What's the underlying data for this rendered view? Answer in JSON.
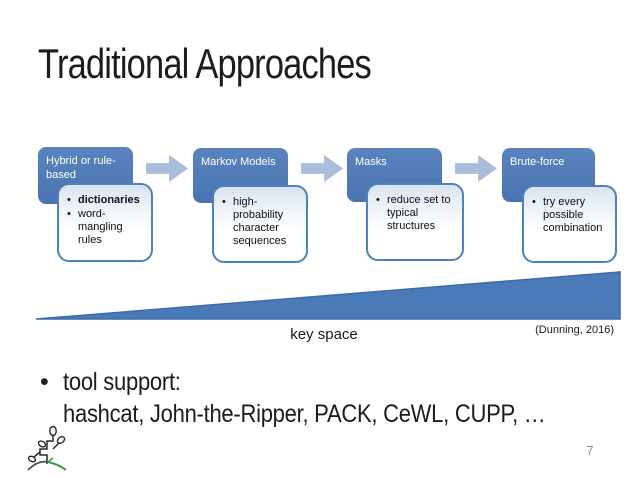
{
  "title": "Traditional Approaches",
  "bullet_char": "•",
  "steps": [
    {
      "header": "Hybrid or rule-based",
      "bullets": [
        "dictionaries",
        "word-mangling rules"
      ]
    },
    {
      "header": "Markov Models",
      "bullets": [
        "high-probability character sequences"
      ]
    },
    {
      "header": "Masks",
      "bullets": [
        "reduce set to typical structures"
      ]
    },
    {
      "header": "Brute-force",
      "bullets": [
        "try every possible combination"
      ]
    }
  ],
  "keyspace": {
    "label": "key space",
    "citation": "(Dunning, 2016)"
  },
  "tools": {
    "line1": "tool support:",
    "line2": "hashcat, John-the-Ripper, PACK, CeWL, CUPP, …"
  },
  "page_number": "7",
  "colors": {
    "step_header_blue": "#4d79b5",
    "box_border_blue": "#4f81bd",
    "arrow_light_blue": "#aabdda",
    "wedge_blue": "#4a7ab8",
    "wedge_border": "#3f6ca8",
    "logo_green": "#3f9b45",
    "page_number_gray": "#8e8e8e"
  }
}
